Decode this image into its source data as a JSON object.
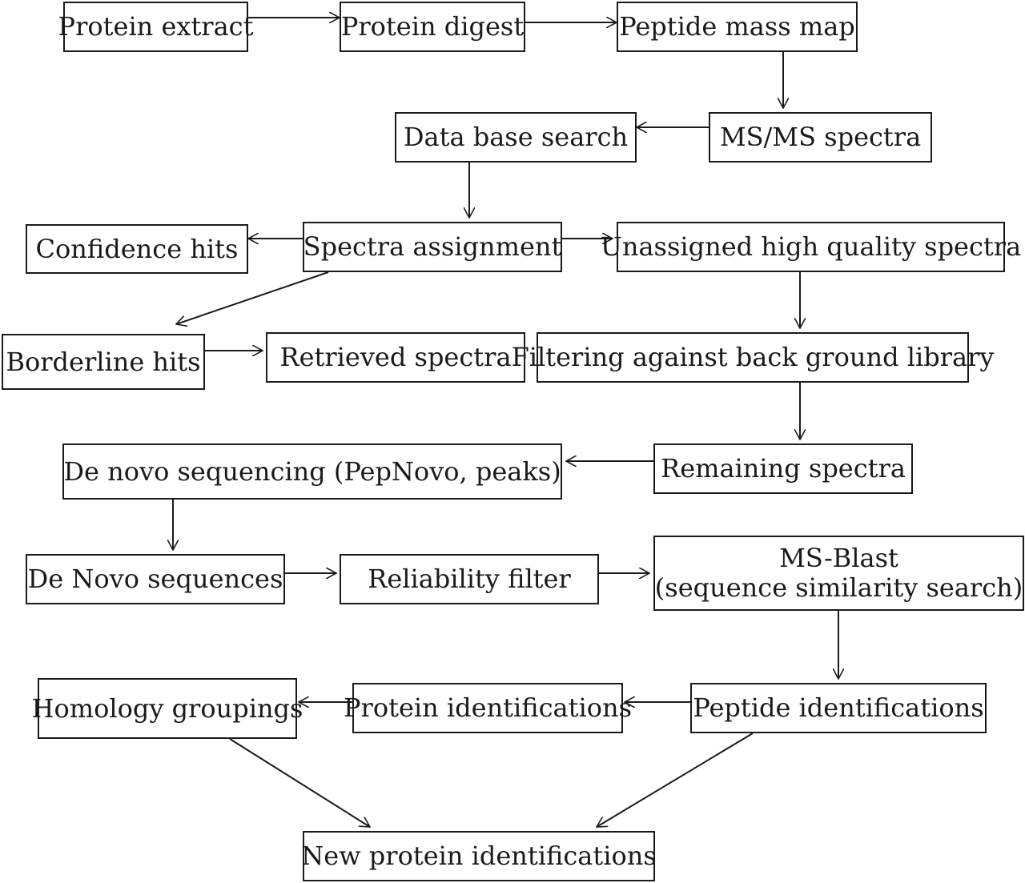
{
  "diagram": {
    "colors": {
      "stroke": "#1a1a1a",
      "background": "#ffffff",
      "text": "#1a1a1a"
    },
    "nodes": {
      "protein_extract": {
        "label": "Protein extract"
      },
      "protein_digest": {
        "label": "Protein digest"
      },
      "peptide_mass_map": {
        "label": "Peptide mass map"
      },
      "msms_spectra": {
        "label": "MS/MS spectra"
      },
      "database_search": {
        "label": "Data base search"
      },
      "spectra_assignment": {
        "label": "Spectra assignment"
      },
      "confidence_hits": {
        "label": "Confidence hits"
      },
      "unassigned_spectra": {
        "label": "Unassigned high quality spectra"
      },
      "borderline_hits": {
        "label": "Borderline hits"
      },
      "retrieved_spectra": {
        "label": "Retrieved spectra"
      },
      "filtering_background": {
        "label": "Filtering against back ground library"
      },
      "remaining_spectra": {
        "label": "Remaining spectra"
      },
      "de_novo_sequencing": {
        "label": "De novo sequencing (PepNovo, peaks)"
      },
      "de_novo_sequences": {
        "label": "De Novo sequences"
      },
      "reliability_filter": {
        "label": "Reliability filter"
      },
      "ms_blast": {
        "label": "MS-Blast",
        "sublabel": "(sequence similarity search)"
      },
      "peptide_identifications": {
        "label": "Peptide identifications"
      },
      "protein_identifications": {
        "label": "Protein identifications"
      },
      "homology_groupings": {
        "label": "Homology groupings"
      },
      "new_protein_identifications": {
        "label": "New protein identifications"
      }
    },
    "edges": [
      {
        "from": "protein_extract",
        "to": "protein_digest"
      },
      {
        "from": "protein_digest",
        "to": "peptide_mass_map"
      },
      {
        "from": "peptide_mass_map",
        "to": "msms_spectra"
      },
      {
        "from": "msms_spectra",
        "to": "database_search"
      },
      {
        "from": "database_search",
        "to": "spectra_assignment"
      },
      {
        "from": "spectra_assignment",
        "to": "confidence_hits"
      },
      {
        "from": "spectra_assignment",
        "to": "unassigned_spectra"
      },
      {
        "from": "spectra_assignment",
        "to": "borderline_hits"
      },
      {
        "from": "borderline_hits",
        "to": "retrieved_spectra"
      },
      {
        "from": "unassigned_spectra",
        "to": "filtering_background"
      },
      {
        "from": "filtering_background",
        "to": "remaining_spectra"
      },
      {
        "from": "remaining_spectra",
        "to": "de_novo_sequencing"
      },
      {
        "from": "de_novo_sequencing",
        "to": "de_novo_sequences"
      },
      {
        "from": "de_novo_sequences",
        "to": "reliability_filter"
      },
      {
        "from": "reliability_filter",
        "to": "ms_blast"
      },
      {
        "from": "ms_blast",
        "to": "peptide_identifications"
      },
      {
        "from": "peptide_identifications",
        "to": "protein_identifications"
      },
      {
        "from": "protein_identifications",
        "to": "homology_groupings"
      },
      {
        "from": "homology_groupings",
        "to": "new_protein_identifications"
      },
      {
        "from": "peptide_identifications",
        "to": "new_protein_identifications"
      }
    ]
  }
}
